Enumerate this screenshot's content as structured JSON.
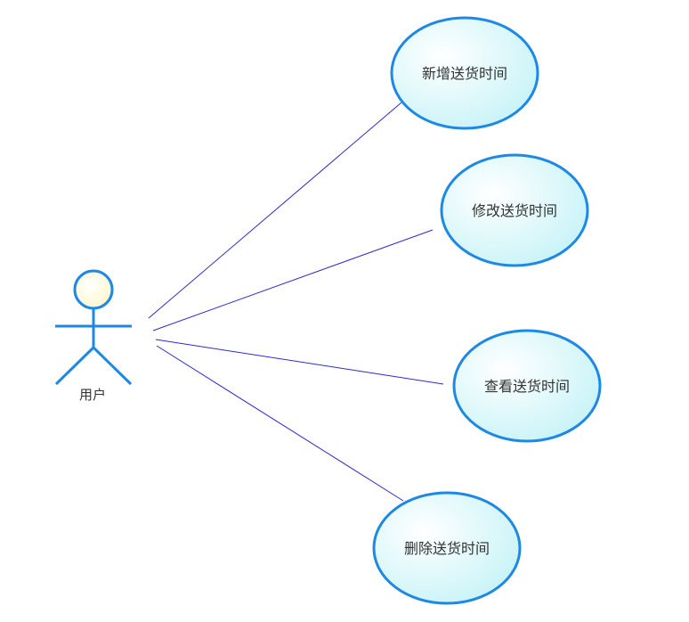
{
  "actor": {
    "label": "用户"
  },
  "use_cases": [
    {
      "id": "add",
      "label": "新增送货时间"
    },
    {
      "id": "edit",
      "label": "修改送货时间"
    },
    {
      "id": "view",
      "label": "查看送货时间"
    },
    {
      "id": "delete",
      "label": "删除送货时间"
    }
  ],
  "colors": {
    "outline": "#1e88e5",
    "fill_start": "#ffffff",
    "fill_end": "#c6f3f7",
    "association": "#2b2bd1",
    "actor_head": "#fffbd9"
  }
}
